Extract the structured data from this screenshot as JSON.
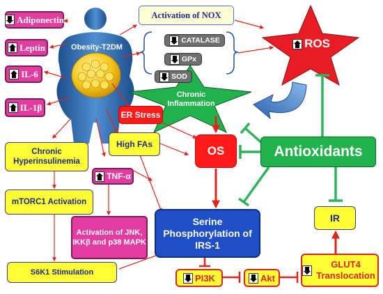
{
  "nodes": {
    "adiponectin": {
      "label": "Adiponectin",
      "dir": "down"
    },
    "leptin": {
      "label": "Leptin",
      "dir": "up"
    },
    "il6": {
      "label": "IL-6",
      "dir": "up"
    },
    "il1b": {
      "label": "IL-1β",
      "dir": "up"
    },
    "obesity": {
      "label": "Obesity-T2DM"
    },
    "nox": {
      "label": "Activation of  NOX"
    },
    "catalase": {
      "label": "CATALASE",
      "dir": "down"
    },
    "gpx": {
      "label": "GPx",
      "dir": "down"
    },
    "sod": {
      "label": "SOD",
      "dir": "down"
    },
    "ros": {
      "label": "ROS",
      "dir": "up"
    },
    "inflammation": {
      "label": "Chronic Inflammation"
    },
    "er_stress": {
      "label": "ER Stress"
    },
    "high_fas": {
      "label": "High FAs"
    },
    "os": {
      "label": "OS"
    },
    "antioxidants": {
      "label": "Antioxidants"
    },
    "hyperinsulinemia": {
      "label": "Chronic Hyperinsulinemia"
    },
    "tnf": {
      "label": "TNF-α",
      "dir": "up"
    },
    "mtorc1": {
      "label": "mTORC1 Activation"
    },
    "jnk": {
      "label": "Activation of JNK, IKKβ and p38 MAPK"
    },
    "serine": {
      "label": "Serine Phosphorylation of IRS-1"
    },
    "ir": {
      "label": "IR"
    },
    "s6k1": {
      "label": "S6K1 Stimulation"
    },
    "pi3k": {
      "label": "PI3K",
      "dir": "down"
    },
    "akt": {
      "label": "Akt",
      "dir": "down"
    },
    "glut4": {
      "label": "GLUT4 Translocation",
      "dir": "down"
    }
  },
  "colors": {
    "pink": "#e43ba0",
    "yellow": "#ffff33",
    "red": "#ff1a1a",
    "green": "#22b24c",
    "blue_box": "#1f4fc8",
    "grey": "#6f6f6f",
    "arrow_red": "#e0241b",
    "inhibit_green": "#2fb35a",
    "text_navy": "#1c2a8c"
  }
}
